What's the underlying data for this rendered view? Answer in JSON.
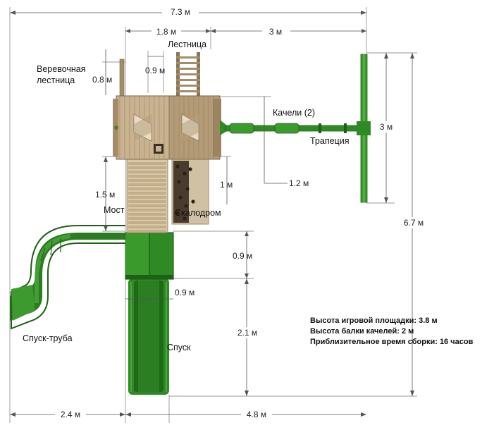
{
  "title": "Playset plan diagram",
  "colors": {
    "wood": "#c9b28f",
    "wood_dark": "#a58c68",
    "green": "#2f8a25",
    "green_dark": "#1e6114",
    "line": "#555555"
  },
  "dimensions": {
    "total_width": "7.3 м",
    "tower_width": "1.8 м",
    "swing_beam_length": "3 м",
    "rope_ladder_height": "0.8 м",
    "ladder_width": "0.9 м",
    "swing_width": "3 м",
    "total_depth": "6.7 м",
    "swing_offset": "1.2 м",
    "climbing_wall_length": "1 м",
    "bridge_length": "1.5 м",
    "slide_platform_offset": "0.9 м",
    "slide_width": "0.9 м",
    "slide_length": "2.1 м",
    "tube_slide_extent": "2.4 м",
    "right_width": "4.8 м"
  },
  "labels": {
    "rope_ladder_line1": "Веревочная",
    "rope_ladder_line2": "лестница",
    "ladder": "Лестница",
    "swings": "Качели (2)",
    "trapeze": "Трапеция",
    "bridge": "Мост",
    "climbing_wall": "Скалодром",
    "tube_slide": "Спуск-труба",
    "slide": "Спуск"
  },
  "specs": {
    "play_height": "Высота игровой площадки:  3.8 м",
    "swing_beam_height": "Высота балки качелей: 2 м",
    "assembly_time": "Приблизительное время сборки: 16 часов"
  }
}
